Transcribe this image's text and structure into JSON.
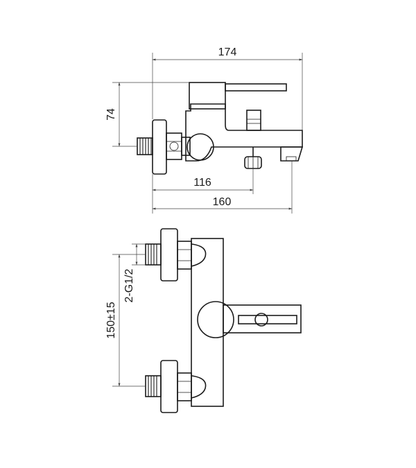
{
  "dimensions": {
    "overall_width": "174",
    "height": "74",
    "lever_axis_to_spout": "116",
    "wall_to_spout_tip": "160",
    "inlet_spacing": "150±15",
    "inlet_thread": "2-G1/2"
  }
}
